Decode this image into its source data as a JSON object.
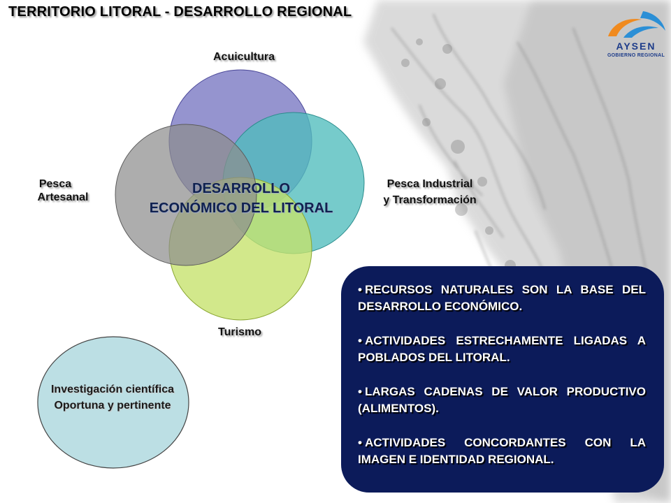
{
  "header": {
    "title": "TERRITORIO  LITORAL - DESARROLLO REGIONAL"
  },
  "logo": {
    "word": "AYSEN",
    "subtitle": "GOBIERNO REGIONAL",
    "colors": {
      "orange": "#f08a1e",
      "blue": "#2b8fd6",
      "navy": "#1d3c8a"
    }
  },
  "diagram": {
    "center_label_line1": "DESARROLLO",
    "center_label_line2": "ECONÓMICO DEL LITORAL",
    "nodes": [
      {
        "key": "acuicultura",
        "label": "Acuicultura",
        "color": "#7e7cc4"
      },
      {
        "key": "pesca_industrial",
        "label_line1": "Pesca Industrial",
        "label_line2": "y Transformación",
        "color": "#4fbcbc"
      },
      {
        "key": "turismo",
        "label": "Turismo",
        "color": "#c5e26a"
      },
      {
        "key": "pesca_artesanal",
        "label_line1": "Pesca",
        "label_line2": "Artesanal",
        "color": "#8d8d8d"
      }
    ],
    "research": {
      "line1": "Investigación científica",
      "line2": "Oportuna y pertinente",
      "color": "#bcdfe4"
    }
  },
  "panel": {
    "bullet": "•",
    "items": [
      "RECURSOS NATURALES SON LA BASE DEL DESARROLLO ECONÓMICO.",
      "ACTIVIDADES ESTRECHAMENTE LIGADAS A POBLADOS DEL LITORAL.",
      "LARGAS CADENAS DE VALOR PRODUCTIVO (ALIMENTOS).",
      "ACTIVIDADES CONCORDANTES CON LA IMAGEN E IDENTIDAD REGIONAL."
    ],
    "color": "#0c1b5a"
  }
}
